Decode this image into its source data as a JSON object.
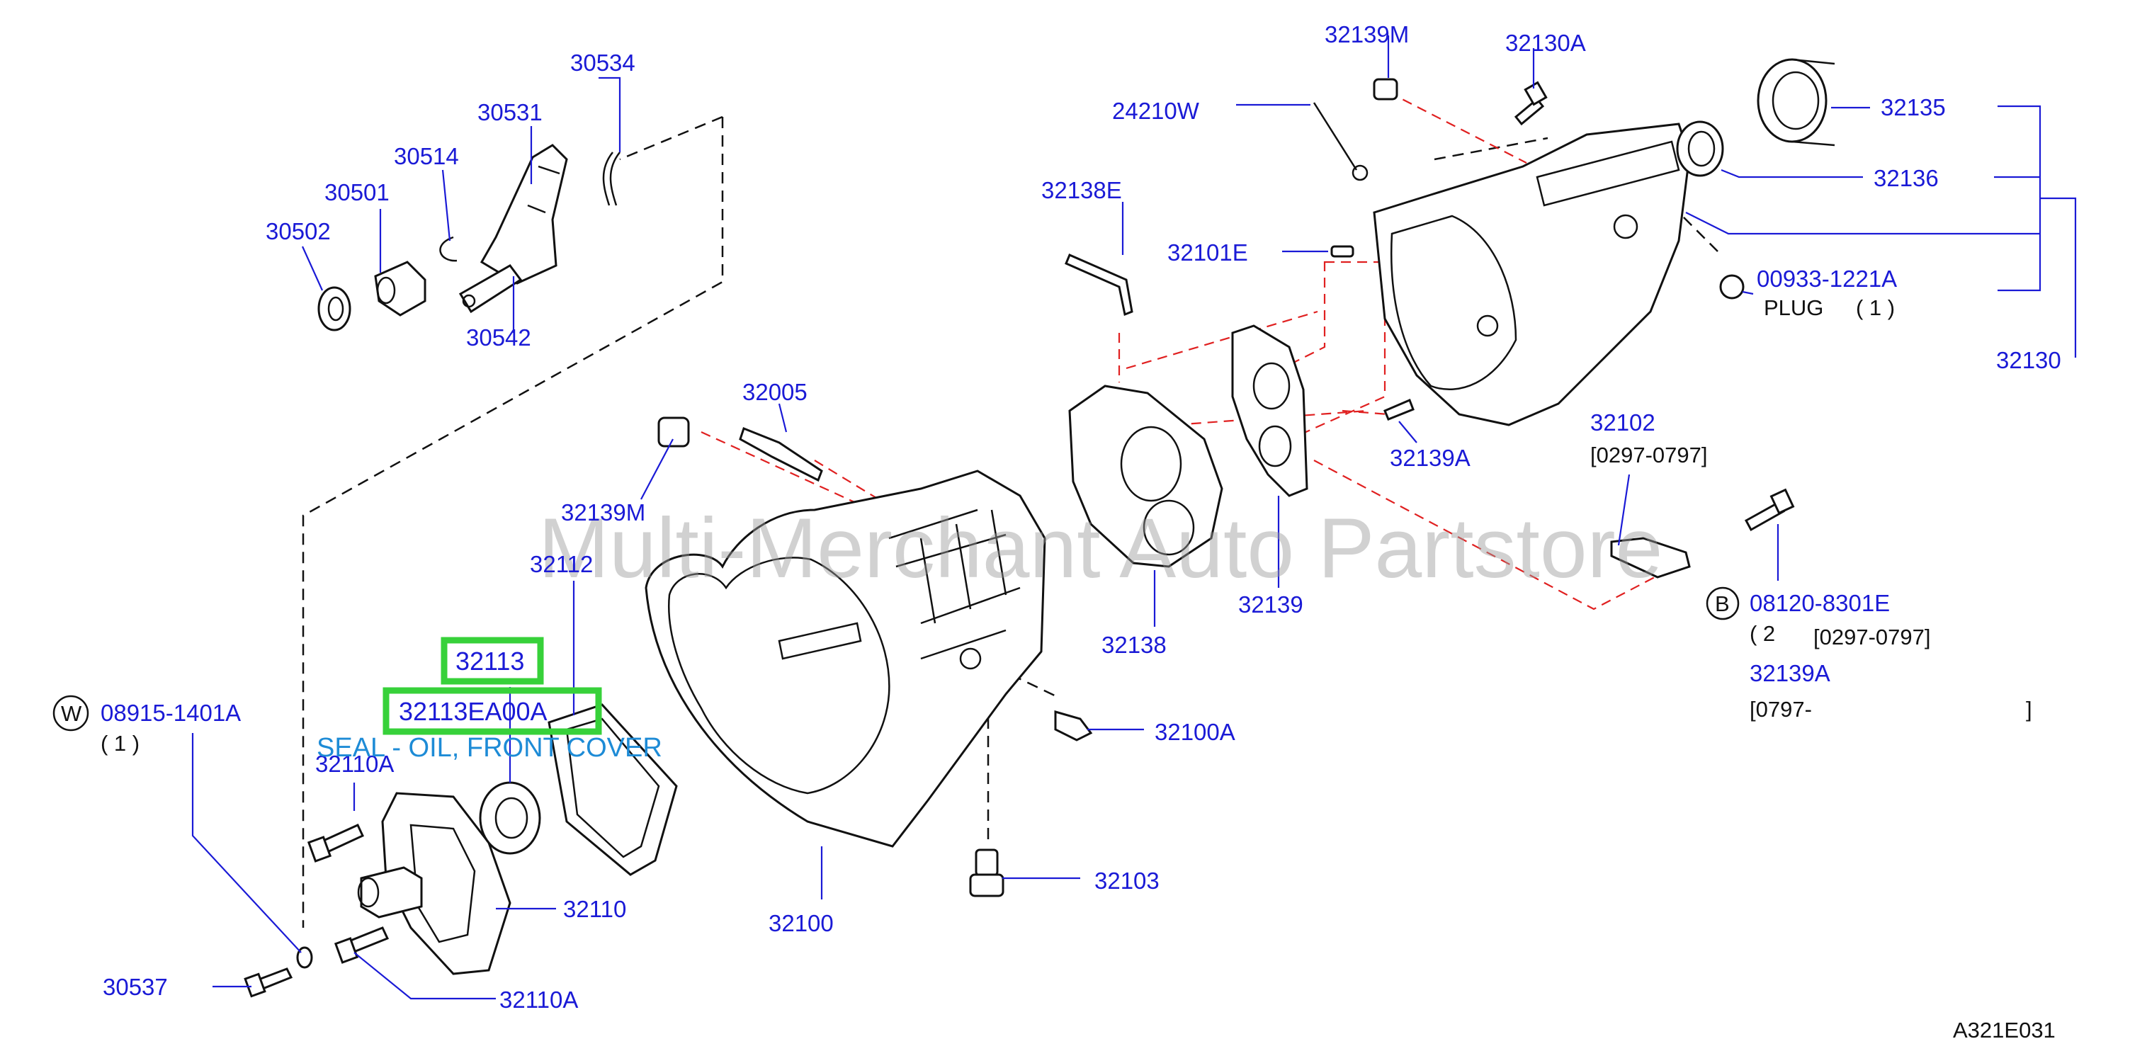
{
  "diagram_id": "A321E031",
  "watermark": "Multi-Merchant Auto Partstore",
  "highlight": {
    "part_number": "32113",
    "oem_code": "32113EA00A",
    "description": "SEAL - OIL, FRONT COVER"
  },
  "labels": {
    "p30534": "30534",
    "p30531": "30531",
    "p30514": "30514",
    "p30501": "30501",
    "p30502": "30502",
    "p30542": "30542",
    "p32005": "32005",
    "p32139M_a": "32139M",
    "p32112": "32112",
    "p32139M_b": "32139M",
    "p32130A": "32130A",
    "p24210W": "24210W",
    "p32138E": "32138E",
    "p32101E": "32101E",
    "p32135": "32135",
    "p32136": "32136",
    "p00933": "00933-1221A",
    "plug": "PLUG",
    "plug_qty": "( 1 )",
    "p32130": "32130",
    "p32139A_a": "32139A",
    "p32102": "32102",
    "p32102_range": "[0297-0797]",
    "p32138": "32138",
    "p32139": "32139",
    "p08120": "08120-8301E",
    "p08120_qty": "( 2",
    "p08120_range": "[0297-0797]",
    "p32139A_b": "32139A",
    "p32139A_b_range": "[0797-",
    "p32139A_b_close": "]",
    "p32100A": "32100A",
    "p32103": "32103",
    "p32100": "32100",
    "p08915": "08915-1401A",
    "p08915_qty": "( 1 )",
    "p32110A_a": "32110A",
    "p32110": "32110",
    "p32110A_b": "32110A",
    "p30537": "30537",
    "circle_w": "W",
    "circle_b": "B"
  }
}
